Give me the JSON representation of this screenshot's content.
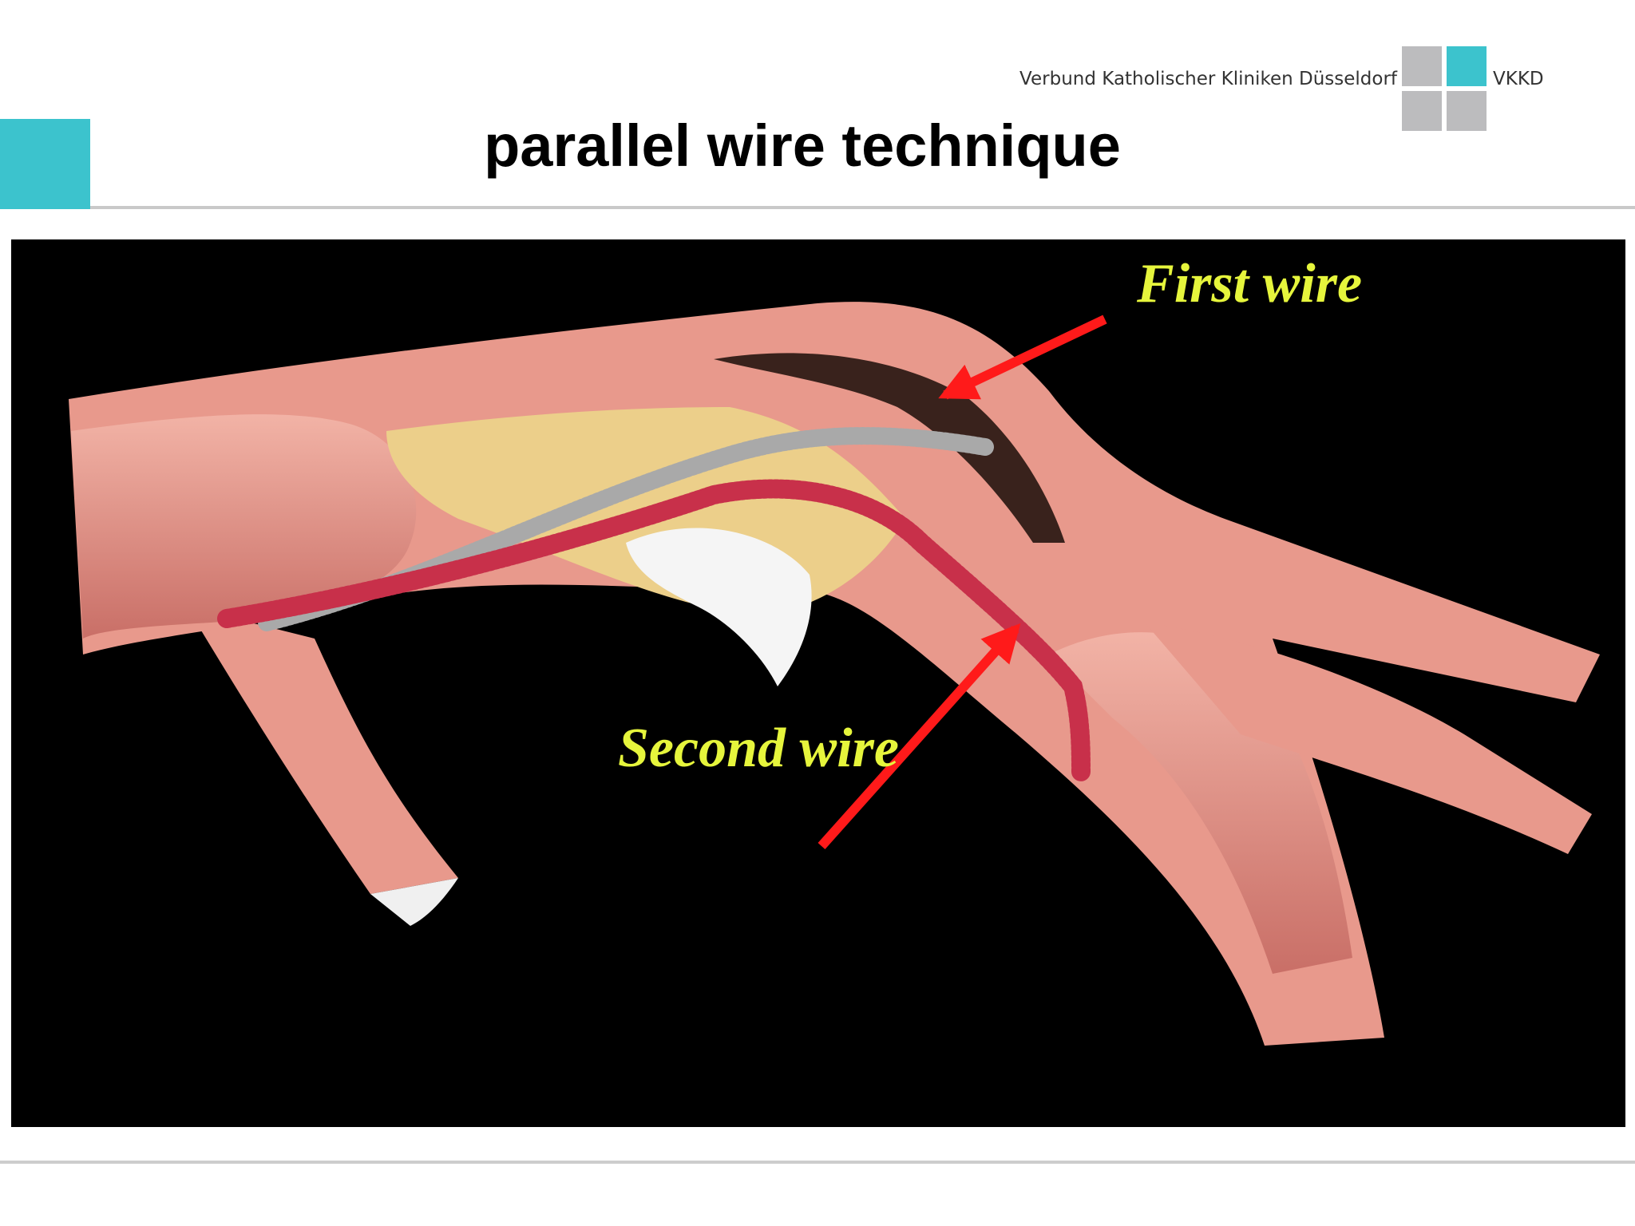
{
  "header": {
    "org_name": "Verbund Katholischer Kliniken Düsseldorf",
    "org_abbr": "VKKD",
    "accent_color": "#3cc3cd",
    "logo_gray": "#bcbcbe"
  },
  "slide": {
    "title": "parallel wire technique"
  },
  "figure": {
    "label_color": "#e6f53c",
    "arrow_color": "#ff1a1a",
    "vessel_color": "#e8998c",
    "first_wire_color": "#a9a9a9",
    "second_wire_color": "#c8304a",
    "labels": {
      "first_wire": "First wire",
      "second_wire": "Second wire"
    }
  }
}
